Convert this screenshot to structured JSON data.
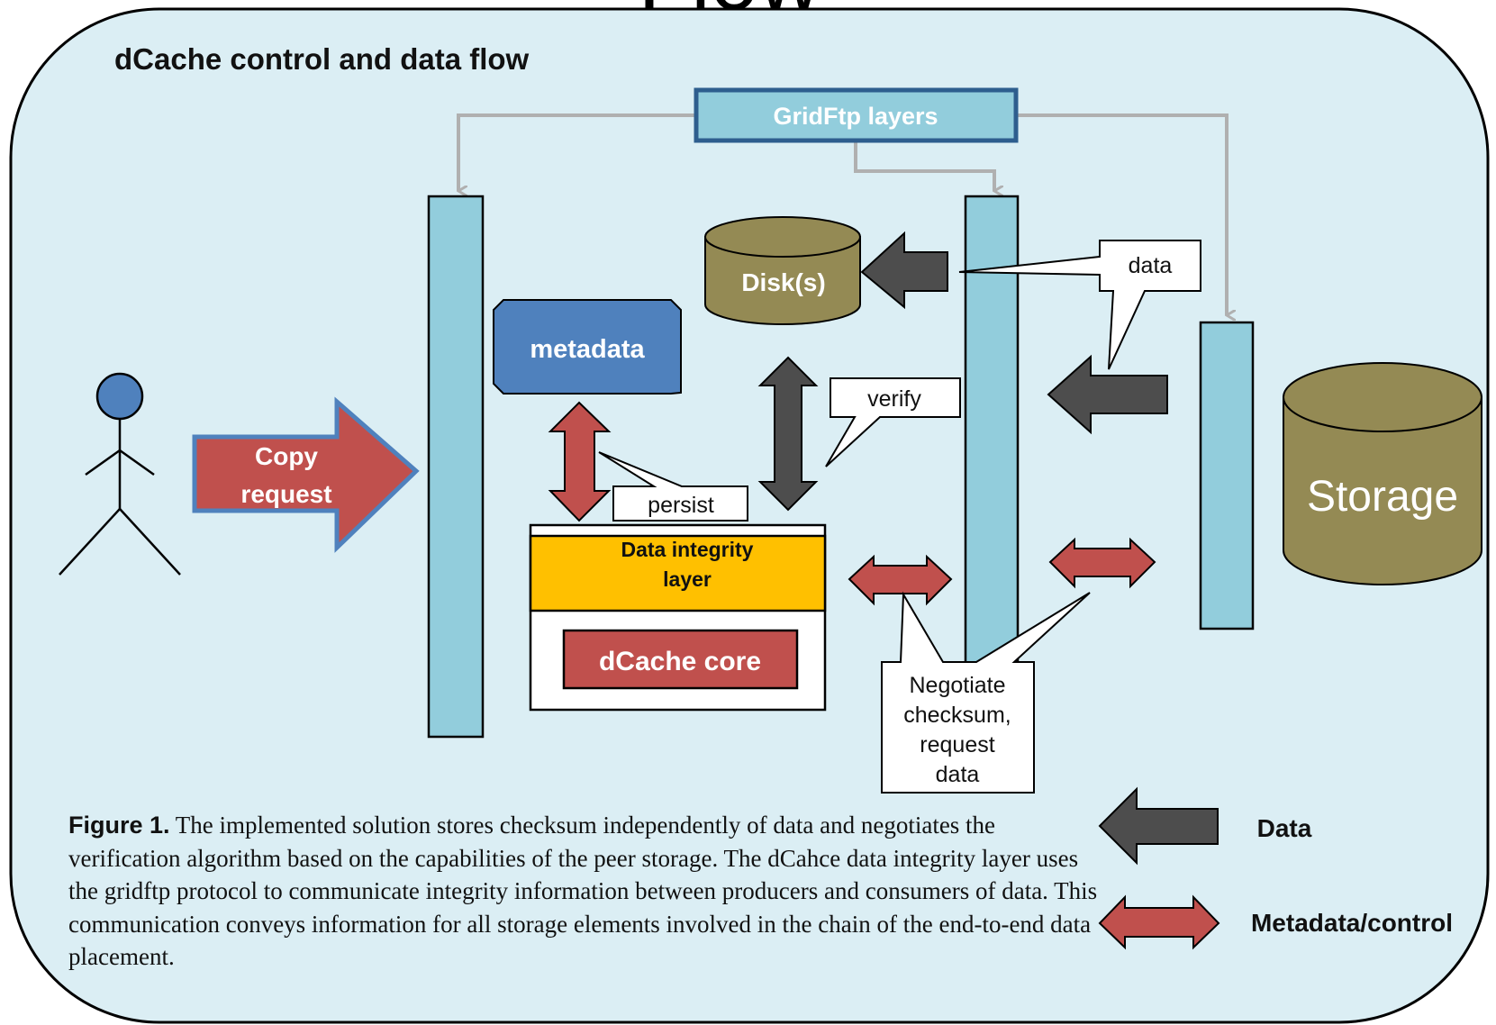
{
  "header_fragment": "Flow",
  "title": "dCache control and data flow",
  "gridftp_label": "GridFtp layers",
  "disk_label": "Disk(s)",
  "metadata_label": "metadata",
  "copy_request": {
    "line1": "Copy",
    "line2": "request"
  },
  "integrity_layer": {
    "line1": "Data integrity",
    "line2": "layer"
  },
  "core_label": "dCache core",
  "storage_label": "Storage",
  "callouts": {
    "data": "data",
    "verify": "verify",
    "persist": "persist",
    "negotiate": [
      "Negotiate",
      "checksum,",
      "request",
      "data"
    ]
  },
  "legend": {
    "data": "Data",
    "metadata": "Metadata/control"
  },
  "caption": {
    "label": "Figure 1.",
    "text": "The implemented solution stores checksum independently of data and negotiates the verification algorithm based on the capabilities of the peer storage. The dCahce data integrity layer uses the gridftp protocol to communicate integrity information between producers and consumers of data. This communication conveys information for all storage elements involved in the chain of the end-to-end data placement."
  },
  "colors": {
    "panel": "#dbeef4",
    "pillar": "#92cddc",
    "metadata_box": "#4f81bd",
    "disk": "#948a54",
    "red_arrow": "#c0504d",
    "dark_arrow": "#4d4d4d",
    "integrity_layer": "#ffc000",
    "gridftp_border": "#2e5e8e"
  }
}
